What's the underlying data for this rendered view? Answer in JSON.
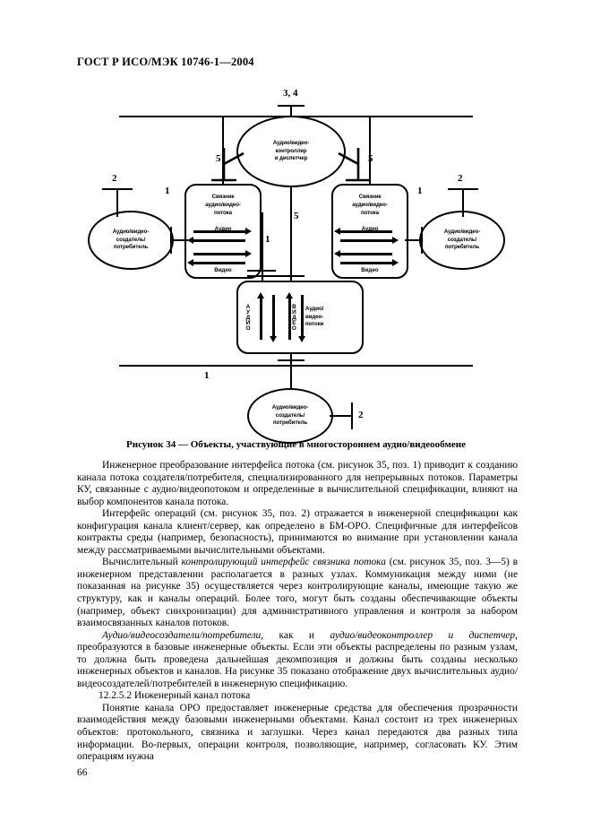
{
  "header": {
    "standard": "ГОСТ Р ИСО/МЭК 10746-1—2004"
  },
  "figure": {
    "caption": "Рисунок 34 — Объекты, участвующие в многостороннем аудио/видеообмене",
    "nodes": {
      "controller": "Аудио/видео-\nконтроллер\nи диспетчер",
      "controller_l1": "Аудио/видео-",
      "controller_l2": "контроллер",
      "controller_l3": "и диспетчер",
      "binder_left_l1": "Связник",
      "binder_left_l2": "аудио/видео-",
      "binder_left_l3": "потока",
      "binder_right_l1": "Связник",
      "binder_right_l2": "аудио/видео-",
      "binder_right_l3": "потока",
      "audio_label": "Аудио",
      "video_label": "Видео",
      "producer_left_l1": "Аудио/видео-",
      "producer_left_l2": "создатель/",
      "producer_left_l3": "потребитель",
      "producer_right_l1": "Аудио/видео-",
      "producer_right_l2": "создатель/",
      "producer_right_l3": "потребитель",
      "producer_bottom_l1": "Аудио/видео-",
      "producer_bottom_l2": "создатель/",
      "producer_bottom_l3": "потребитель",
      "stream_audio_v": "АУДИО",
      "stream_video_v": "ВИДЕО",
      "stream_box_l1": "Аудио/",
      "stream_box_l2": "видео-",
      "stream_box_l3": "потоки"
    },
    "numbers": {
      "top": "3, 4",
      "left_ellipse": "2",
      "left_one": "1",
      "right_one": "1",
      "right_ellipse": "2",
      "five_left": "5",
      "five_right": "5",
      "five_center": "5",
      "one_center": "1",
      "one_bottom": "1",
      "two_bottom": "2"
    }
  },
  "body": {
    "p1": "Инженерное преобразование интерфейса потока (см. рисунок 35, поз. 1) приводит к созданию канала потока создателя/потребителя, специализированного для непрерывных потоков. Параметры КУ, связанные с аудио/видеопотоком и определенные в вычислительной спецификации, влияют на выбор компонентов канала потока.",
    "p2": "Интерфейс операций (см. рисунок 35, поз. 2) отражается в инженерной спецификации как конфигурация канала клиент/сервер, как определено в БМ-ОРО. Специфичные для интерфейсов контракты среды (например, безопасность), принимаются во внимание при установлении канала между рассматриваемыми вычислительными объектами.",
    "p3_a": "Вычислительный ",
    "p3_it": "контролирующий интерфейс связника потока",
    "p3_b": " (см. рисунок 35, поз. 3—5) в инженерном представлении располагается в разных узлах. Коммуникация между ними (не показанная на рисунке 35) осуществляется через контролирующие каналы, имеющие такую же структуру, как и каналы операций. Более того, могут быть созданы обеспечивающие объекты (например, объект синхронизации) для административного управления и контроля за набором взаимосвязанных каналов потоков.",
    "p4_it1": "Аудио/видеосоздатели/потребители",
    "p4_a": ", как и ",
    "p4_it2": "аудио/видеоконтроллер и диспетчер",
    "p4_b": ", преобразуются в базовые инженерные объекты. Если эти объекты распределены по разным узлам, то должна быть проведена дальнейшая декомпозиция и должны быть созданы несколько инженерных объектов и каналов. На рисунке 35 показано отображение двух вычислительных аудио/видеосоздателей/потребителей в инженерную спецификацию.",
    "heading": "12.2.5.2 Инженерный канал потока",
    "p5": "Понятие канала ОРО предоставляет инженерные средства для обеспечения прозрачности взаимодействия между базовыми инженерными объектами. Канал состоит из трех инженерных объектов: протокольного, связника и заглушки. Через канал передаются два разных типа информации. Во-первых, операции контроля, позволяющие, например, согласовать КУ. Этим операциям нужна",
    "page_number": "66"
  }
}
